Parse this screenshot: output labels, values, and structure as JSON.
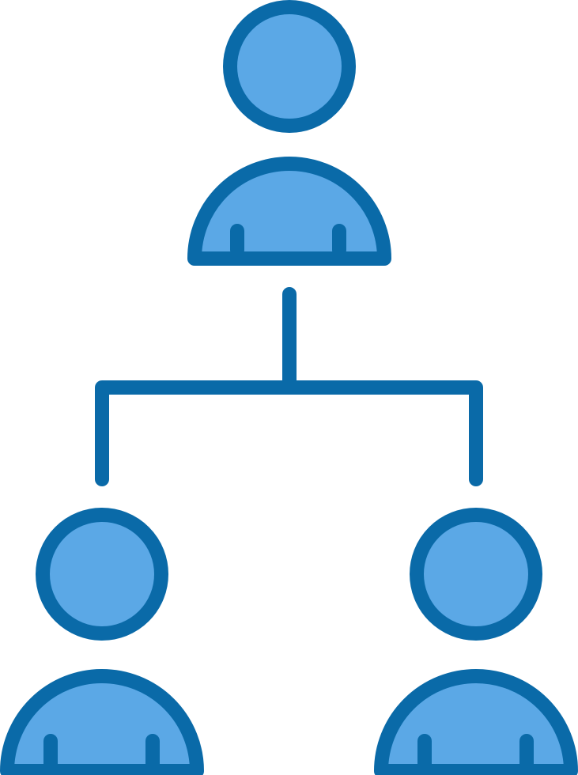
{
  "icon": {
    "name": "organization-hierarchy-icon",
    "style": "filled",
    "colors": {
      "fill": "#5BA8E6",
      "stroke": "#0A6AA8",
      "background": "#FFFFFF"
    },
    "nodes": [
      {
        "role": "top",
        "label": ""
      },
      {
        "role": "bottom-left",
        "label": ""
      },
      {
        "role": "bottom-right",
        "label": ""
      }
    ]
  }
}
